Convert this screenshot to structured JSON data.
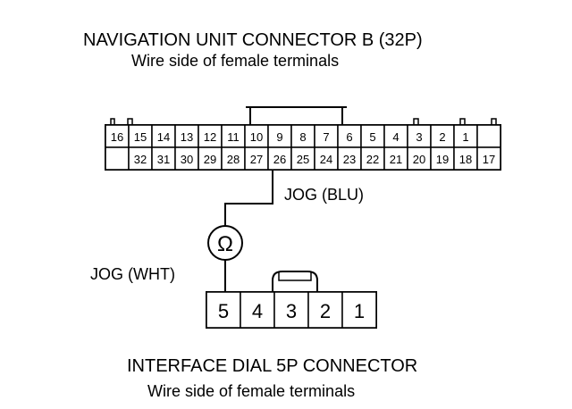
{
  "nav_connector": {
    "title": "NAVIGATION UNIT CONNECTOR B (32P)",
    "subtitle": "Wire side of female terminals",
    "top_row": [
      "16",
      "15",
      "14",
      "13",
      "12",
      "11",
      "10",
      "9",
      "8",
      "7",
      "6",
      "5",
      "4",
      "3",
      "2",
      "1"
    ],
    "bottom_row": [
      "",
      "32",
      "31",
      "30",
      "29",
      "28",
      "27",
      "26",
      "25",
      "24",
      "23",
      "22",
      "21",
      "20",
      "19",
      "18",
      "17"
    ]
  },
  "wires": {
    "jog_blu": "JOG (BLU)",
    "jog_wht": "JOG (WHT)",
    "ohm_symbol": "Ω"
  },
  "dial_connector": {
    "title": "INTERFACE DIAL 5P CONNECTOR",
    "subtitle": "Wire side of female terminals",
    "pins": [
      "5",
      "4",
      "3",
      "2",
      "1"
    ]
  }
}
